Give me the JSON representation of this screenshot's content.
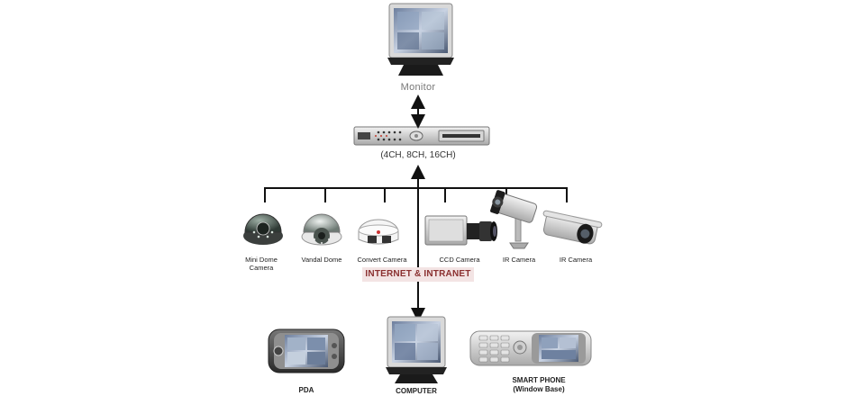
{
  "monitor": {
    "label": "Monitor"
  },
  "dvr": {
    "label": "(4CH, 8CH, 16CH)"
  },
  "cameras": [
    {
      "label_lines": [
        "Mini Dome",
        "Camera"
      ]
    },
    {
      "label_lines": [
        "Vandal Dome"
      ]
    },
    {
      "label_lines": [
        "Convert Camera"
      ]
    },
    {
      "label_lines": [
        "CCD Camera"
      ]
    },
    {
      "label_lines": [
        "IR Camera"
      ]
    },
    {
      "label_lines": [
        "IR Camera"
      ]
    }
  ],
  "network": {
    "label": "INTERNET & INTRANET",
    "text_color": "#8a2f2f",
    "bg_color": "#f3e4e4"
  },
  "clients": [
    {
      "label_lines": [
        "PDA"
      ]
    },
    {
      "label_lines": [
        "COMPUTER"
      ]
    },
    {
      "label_lines": [
        "SMART PHONE",
        "(Window Base)"
      ]
    }
  ]
}
